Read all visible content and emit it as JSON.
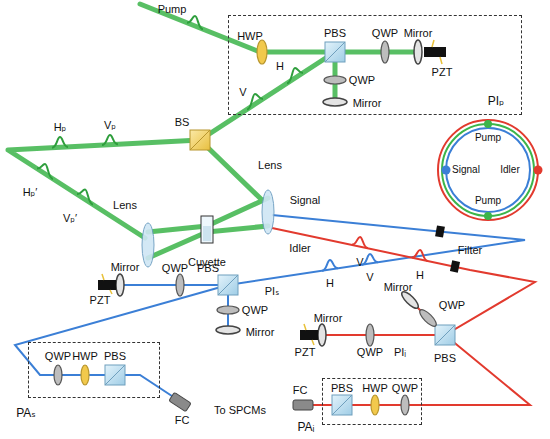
{
  "diagram": {
    "nodes": [
      {
        "text": [
          "PIₚ"
        ]
      },
      {
        "text": [
          "PAₛ"
        ]
      },
      {
        "text": [
          "PAᵢ"
        ]
      }
    ],
    "labels": [
      "Pump",
      "HWP",
      "PBS",
      "QWP",
      "Mirror",
      "PZT",
      "QWP",
      "Mirror",
      "H",
      "V",
      "BS",
      "Hₚ",
      "Vₚ",
      "Hₚ′",
      "Vₚ′",
      "Lens",
      "Cuvette",
      "Lens",
      "Signal",
      "Idler",
      "Filter",
      "V",
      "H",
      "H",
      "V",
      "PBS",
      "QWP",
      "Mirror",
      "PZT",
      "QWP",
      "Mirror",
      "PIₛ",
      "QWP",
      "HWP",
      "PBS",
      "FC",
      "To SPCMs",
      "Mirror",
      "QWP",
      "PBS",
      "QWP",
      "Mirror",
      "PZT",
      "PIᵢ",
      "PBS",
      "HWP",
      "QWP",
      "FC",
      "Pump",
      "Signal",
      "Idler",
      "Pump"
    ]
  }
}
